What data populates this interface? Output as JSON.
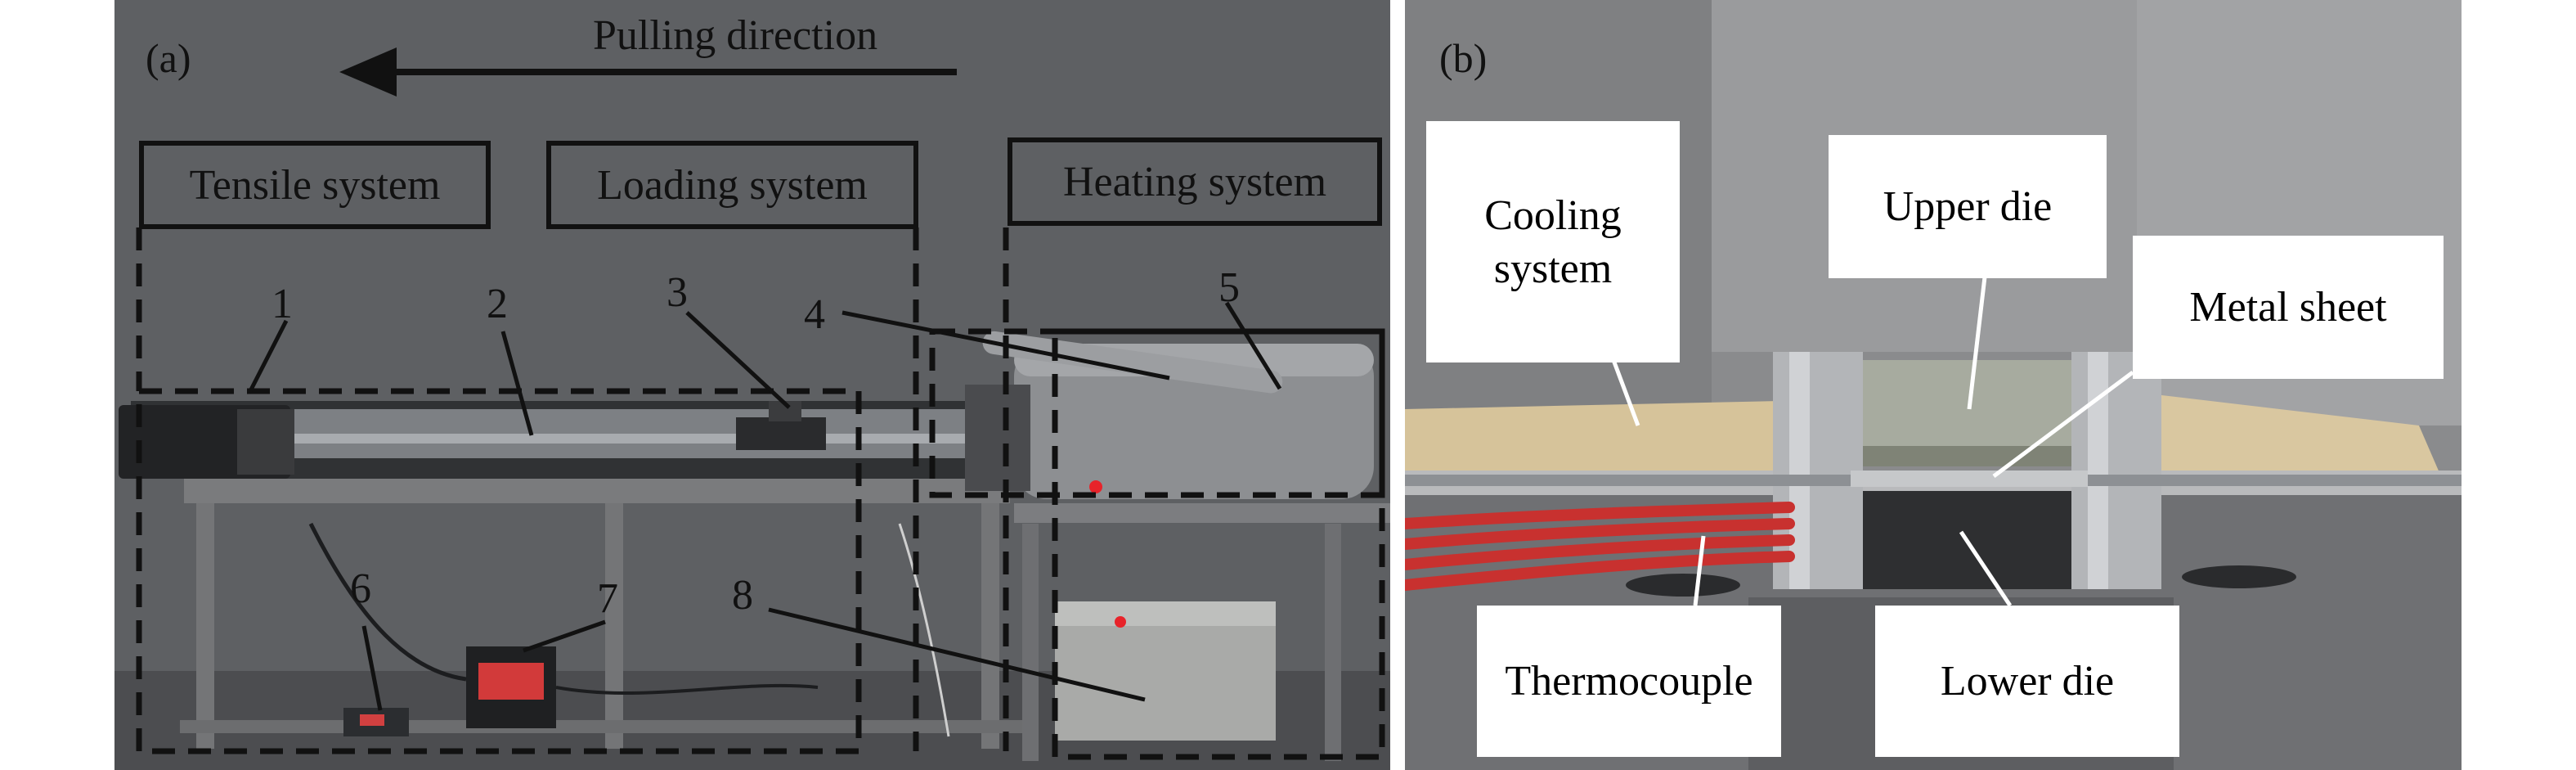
{
  "panel_a": {
    "label": "(a)",
    "direction_text": "Pulling direction",
    "systems": [
      "Tensile system",
      "Loading system",
      "Heating system"
    ],
    "numbers": [
      "1",
      "2",
      "3",
      "4",
      "5",
      "6",
      "7",
      "8"
    ],
    "colors": {
      "background": "#5b5d60",
      "dashed_box": "#111111",
      "indicator_red": "#e8232a"
    }
  },
  "panel_b": {
    "label": "(b)",
    "callouts": {
      "cooling_system": "Cooling system",
      "upper_die": "Upper die",
      "metal_sheet": "Metal sheet",
      "thermocouple": "Thermocouple",
      "lower_die": "Lower die"
    },
    "colors": {
      "callout_bg": "#ffffff",
      "cable_red": "#c8312f",
      "wood": "#d6c39a"
    }
  }
}
